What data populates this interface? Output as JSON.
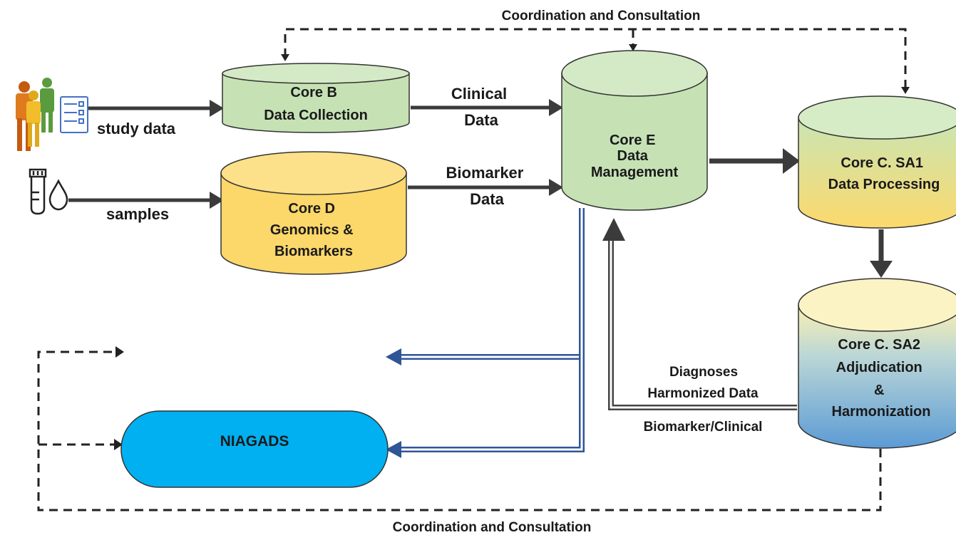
{
  "top_label": "Coordination and Consultation",
  "bottom_label": "Coordination and Consultation",
  "nodes": {
    "core_b": {
      "lines": [
        "Core B",
        "Data Collection"
      ],
      "fill": "#c6e2b5"
    },
    "core_d": {
      "lines": [
        "Core D",
        "Genomics &",
        "Biomarkers"
      ],
      "fill": "#fcd76a"
    },
    "core_e": {
      "lines": [
        "Core E",
        "Data",
        "Management"
      ],
      "fill": "#c6e2b5"
    },
    "core_c1": {
      "lines": [
        "Core C. SA1",
        "Data Processing"
      ],
      "fill_top": "#c9e5b4",
      "fill_bottom": "#fcd96c"
    },
    "core_c2": {
      "lines": [
        "Core C. SA2",
        "Adjudication",
        "&",
        "Harmonization"
      ],
      "fill_top": "#fbf0b0",
      "fill_bottom": "#5b9bd5"
    },
    "niagads": {
      "label": "NIAGADS",
      "fill": "#00b0f0"
    }
  },
  "edge_labels": {
    "study_data": "study data",
    "samples": "samples",
    "clinical_data": [
      "Clinical",
      "Data"
    ],
    "biomarker_data": [
      "Biomarker",
      "Data"
    ],
    "diagnoses": "Diagnoses",
    "harmonized": "Harmonized Data",
    "biomarker_clinical": "Biomarker/Clinical"
  },
  "icons": [
    "people-icon",
    "checklist-icon",
    "test-tube-icon",
    "blood-drop-icon"
  ]
}
